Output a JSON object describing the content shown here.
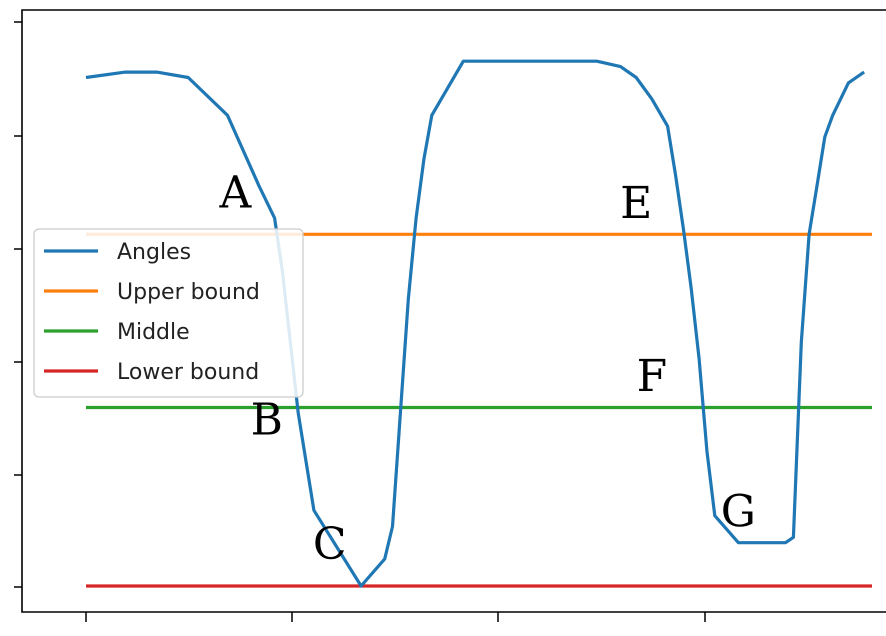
{
  "chart_data": {
    "type": "line",
    "title": "",
    "xlabel": "",
    "ylabel": "",
    "xlim": [
      0,
      100
    ],
    "ylim": [
      -2,
      103
    ],
    "grid": false,
    "legend_position": "center-left",
    "series": [
      {
        "name": "Angles",
        "color": "#1f77b4",
        "points": [
          [
            0,
            94
          ],
          [
            5,
            95
          ],
          [
            9,
            95
          ],
          [
            13,
            94
          ],
          [
            18,
            87
          ],
          [
            22,
            74
          ],
          [
            24,
            68
          ],
          [
            25,
            58
          ],
          [
            27,
            32
          ],
          [
            29,
            14
          ],
          [
            35,
            0
          ],
          [
            38,
            5
          ],
          [
            39,
            11
          ],
          [
            41,
            53
          ],
          [
            42,
            68
          ],
          [
            43,
            79
          ],
          [
            44,
            87
          ],
          [
            48,
            97
          ],
          [
            54,
            97
          ],
          [
            60,
            97
          ],
          [
            65,
            97
          ],
          [
            68,
            96
          ],
          [
            70,
            94
          ],
          [
            72,
            90
          ],
          [
            74,
            85
          ],
          [
            75,
            76
          ],
          [
            76,
            66
          ],
          [
            77,
            55
          ],
          [
            78,
            42
          ],
          [
            79,
            25
          ],
          [
            80,
            13
          ],
          [
            83,
            8
          ],
          [
            85,
            8
          ],
          [
            89,
            8
          ],
          [
            90,
            9
          ],
          [
            91,
            45
          ],
          [
            92,
            65
          ],
          [
            93,
            74
          ],
          [
            94,
            83
          ],
          [
            95,
            87
          ],
          [
            97,
            93
          ],
          [
            99,
            95
          ]
        ]
      },
      {
        "name": "Upper bound",
        "color": "#ff7f0e",
        "points": [
          [
            0,
            65
          ],
          [
            100,
            65
          ]
        ]
      },
      {
        "name": "Middle",
        "color": "#2ca02c",
        "points": [
          [
            0,
            33
          ],
          [
            100,
            33
          ]
        ]
      },
      {
        "name": "Lower bound",
        "color": "#d62728",
        "points": [
          [
            0,
            0
          ],
          [
            100,
            0
          ]
        ]
      }
    ],
    "annotations": [
      {
        "text": "A",
        "x": 19,
        "y": 70
      },
      {
        "text": "B",
        "x": 23,
        "y": 28
      },
      {
        "text": "C",
        "x": 31,
        "y": 5
      },
      {
        "text": "E",
        "x": 70,
        "y": 68
      },
      {
        "text": "F",
        "x": 72,
        "y": 36
      },
      {
        "text": "G",
        "x": 83,
        "y": 11
      }
    ]
  }
}
